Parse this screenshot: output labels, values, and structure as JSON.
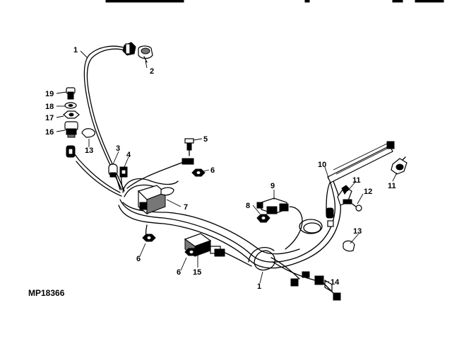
{
  "diagram_id": "MP18366",
  "callouts": {
    "c1_top": "1",
    "c1_bottom": "1",
    "c2": "2",
    "c3": "3",
    "c4": "4",
    "c5": "5",
    "c6_right": "6",
    "c6_left": "6",
    "c6_mid": "6",
    "c7": "7",
    "c8": "8",
    "c9": "9",
    "c10": "10",
    "c11_upper": "11",
    "c11_lower": "11",
    "c12": "12",
    "c13_left": "13",
    "c13_right": "13",
    "c14": "14",
    "c15": "15",
    "c16": "16",
    "c17": "17",
    "c18": "18",
    "c19": "19"
  }
}
